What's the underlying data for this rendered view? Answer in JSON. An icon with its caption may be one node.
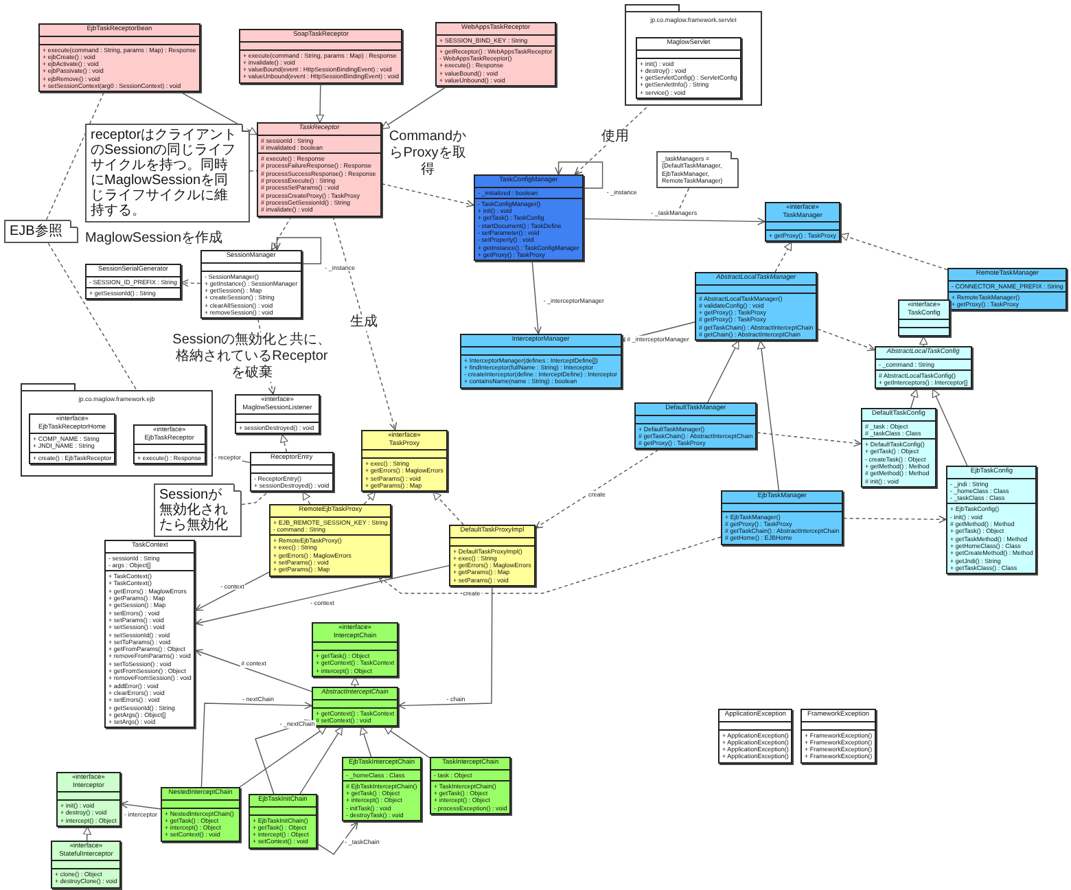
{
  "diagram": {
    "nodes": [
      {
        "text": [
          "EjbTaskReceptorBean",
          "+ execute(command : String, params : Map) : Response",
          "+ ejbCreate() : void",
          "+ ejbActivate() : void",
          "+ ejbPassivate() : void",
          "+ ejbRemove() : void",
          "+ setSessionContext(arg0 : SessionContext) : void"
        ]
      },
      {
        "text": [
          "SoapTaskReceptor",
          "+ execute(command : String, params : Map) : Response",
          "+ invalidate() : void",
          "+ valueBound(event : HttpSessionBindingEvent) : void",
          "+ valueUnbound(event : HttpSessionBindingEvent) : void"
        ]
      },
      {
        "text": [
          "WebAppsTaskReceptor",
          "+ SESSION_BIND_KEY : String",
          "+ getReceptor() : WebAppsTaskReceptor",
          "- WebAppsTaskReceptor()",
          "+ execute() : Response",
          "+ valueBound() : void",
          "+ valueUnbound() : void"
        ]
      },
      {
        "text": [
          "TaskReceptor",
          "# sessionId : String",
          "# invalidated : boolean",
          "# execute() : Response",
          "# processFailureResponse() : Response",
          "# processSuccessResponse() : Response",
          "# processExecute() : String",
          "# processSetParams() : void",
          "# processCreateProxy() : TaskProxy",
          "# processGetSessionId() : String",
          "# invalidate() : void"
        ]
      },
      {
        "text": [
          "receptorはクライアントのSessionの同じライフサイクルを持つ。同時にMaglowSessionを同じライフサイクルに維持する。"
        ]
      },
      {
        "text": [
          "EJB参照"
        ]
      },
      {
        "text": [
          "jp.co.maglow.framework.servlet"
        ]
      },
      {
        "text": [
          "MaglowServlet",
          "+ init() : void",
          "+ destroy() : void",
          "+ getServletConfig() : ServletConfig",
          "+ getServletInfo() : String",
          "+ service() : void"
        ],
        "in": 6
      },
      {
        "text": [
          "_taskManagers = {DefaultTaskManager, EjbTaskManager, RemoteTaskManager}"
        ]
      },
      {
        "text": [
          "TaskConfigManager",
          "- _initialized : boolean",
          "- TaskConfigManager()",
          "+ init() : void",
          "+ getTask() : TaskConfig",
          "- startDocument() : TaskDefine",
          "- setParameter() : void",
          "- setProperty() : void",
          "+ getInstance() : TaskConfigManager",
          "+ getProxy() : TaskProxy"
        ]
      },
      {
        "text": [
          "«interface»",
          "TaskManager",
          "+ getProxy() : TaskProxy"
        ]
      },
      {
        "text": [
          "RemoteTaskManager",
          "- CONNECTOR_NAME_PREFIX : String",
          "+ RemoteTaskManager()",
          "+ getProxy() : TaskProxy"
        ]
      },
      {
        "text": [
          "AbstractLocalTaskManager",
          "# AbstractLocalTaskManager()",
          "# validateConfig() : void",
          "+ getProxy() : TaskProxy",
          "# getProxy() : TaskProxy",
          "# getTaskChain() : AbstractInterceptChain",
          "# getChain() : AbstractInterceptChain"
        ]
      },
      {
        "text": [
          "InterceptorManager",
          "+ InterceptorManager(defines : InterceptDefine[])",
          "+ findInterceptor(fullName : String) : Interceptor",
          "- createInterceptor(define : InterceptDefine) : Interceptor",
          "+ containsName(name : String) : boolean"
        ]
      },
      {
        "text": [
          "«interface»",
          "TaskConfig"
        ]
      },
      {
        "text": [
          "AbstractLocalTaskConfig",
          "- _command : String",
          "# AbstractLocalTaskConfig()",
          "+ getInterceptors() : Interceptor[]"
        ]
      },
      {
        "text": [
          "DefaultTaskManager",
          "+ DefaultTaskManager()",
          "# getTaskChain() : AbstractInterceptChain",
          "# getProxy() : TaskProxy"
        ]
      },
      {
        "text": [
          "DefaultTaskConfig",
          "# _task : Object",
          "# _taskClass : Class",
          "+ DefaultTaskConfig()",
          "+ getTask() : Object",
          "- createTask() : Object",
          "+ getMethod() : Method",
          "# getMethod() : Method",
          "# init() : void"
        ]
      },
      {
        "text": [
          "EjbTaskManager",
          "+ EjbTaskManager()",
          "# getProxy() : TaskProxy",
          "# getTaskChain() : AbstractInterceptChain",
          "# getHome() : EJBHome"
        ]
      },
      {
        "text": [
          "EjbTaskConfig",
          "- _jndi : String",
          "- _homeClass : Class",
          "- _taskClass : Class",
          "+ EjbTaskConfig()",
          "- init() : void",
          "# getMethod() : Method",
          "+ getTask() : Object",
          "+ getTaskMethod() : Method",
          "+ getHomeClass() : Class",
          "+ getCreateMethod() : Method",
          "+ getJndi() : String",
          "+ getTaskClass() : Class"
        ]
      },
      {
        "text": [
          "SessionManager",
          "- SessionManager()",
          "+ getInstance() : SessionManager",
          "+ getSession() : Map",
          "+ createSession() : String",
          "+ clearAllSession() : void",
          "+ removeSession() : void"
        ]
      },
      {
        "text": [
          "SessionSerialGenerator",
          "- SESSION_ID_PREFIX : String",
          "+ getSessionId() : String"
        ]
      },
      {
        "text": [
          "jp.co.maglow.framework.ejb"
        ]
      },
      {
        "text": [
          "«interface»",
          "EjbTaskReceptorHome",
          "+ COMP_NAME : String",
          "+ JNDI_NAME : String",
          "+ create() : EjbTaskReceptor"
        ],
        "in": 22
      },
      {
        "text": [
          "«interface»",
          "EjbTaskReceptor",
          "+ execute() : Response"
        ],
        "in": 22
      },
      {
        "text": [
          "«interface»",
          "MaglowSessionListener",
          "+ sessionDestroyed() : void"
        ]
      },
      {
        "text": [
          "ReceptorEntry",
          "- ReceptorEntry()",
          "+ sessionDestroyed() : void"
        ]
      },
      {
        "text": [
          "Sessionが無効化されたら無効化"
        ]
      },
      {
        "text": [
          "«interface»",
          "TaskProxy",
          "+ exec() : String",
          "+ getErrors() : MaglowErrors",
          "+ setParams() : void",
          "+ getParams() : Map"
        ]
      },
      {
        "text": [
          "RemoteEjbTaskProxy",
          "+ EJB_REMOTE_SESSION_KEY : String",
          "- command : String",
          "+ RemoteEjbTaskProxy()",
          "+ exec() : String",
          "+ getErrors() : MaglowErrors",
          "+ setParams() : void",
          "+ getParams() : Map"
        ]
      },
      {
        "text": [
          "DefaultTaskProxyImpl",
          "+ DefaultTaskProxyImpl()",
          "+ exec() : String",
          "+ getErrors() : MaglowErrors",
          "+ getParams() : Map",
          "+ setParams() : void"
        ]
      },
      {
        "text": [
          "TaskContext",
          "- sessionId : String",
          "- args : Object[]",
          "+ TaskContext()",
          "+ TaskContext()",
          "+ getErrors() : MaglowErrors",
          "+ getParams() : Map",
          "+ getSession() : Map",
          "+ setErrors() : void",
          "+ setParams() : void",
          "+ setSession() : void",
          "+ setSessionId() : void",
          "+ setToParams() : void",
          "+ getFromParams() : Object",
          "+ removeFromParams() : void",
          "+ setToSession() : void",
          "+ getFromSession() : Object",
          "+ removeFromSession() : void",
          "+ addError() : void",
          "+ clearErrors() : void",
          "+ setErrors() : void",
          "+ getSessionId() : String",
          "+ getArgs() : Object[]",
          "+ setArgs() : void"
        ]
      },
      {
        "text": [
          "«interface»",
          "InterceptChain",
          "+ getTask() : Object",
          "+ getContext() : TaskContext",
          "+ intercept() : Object"
        ]
      },
      {
        "text": [
          "AbstractInterceptChain",
          "+ getContext() : TaskContext",
          "# setContext() : void"
        ]
      },
      {
        "text": [
          "«interface»",
          "Interceptor",
          "+ init() : void",
          "+ destroy() : void",
          "+ intercept() : Object"
        ]
      },
      {
        "text": [
          "«interface»",
          "StatefulInterceptor",
          "+ clone() : Object",
          "+ destroyClone() : void"
        ]
      },
      {
        "text": [
          "NestedInterceptChain",
          "+ NestedInterceptChain()",
          "+ getTask() : Object",
          "+ intercept() : Object",
          "+ setContext() : void"
        ]
      },
      {
        "text": [
          "EjbTaskInitChain",
          "+ EjbTaskInitChain()",
          "+ getTask() : Object",
          "+ intercept() : Object",
          "+ setContext() : void"
        ]
      },
      {
        "text": [
          "EjbTaskInterceptChain",
          "- _homeClass : Class",
          "# EjbTaskInterceptChain()",
          "+ getTask() : Object",
          "+ intercept() : Object",
          "- initTask() : void",
          "- destroyTask() : void"
        ]
      },
      {
        "text": [
          "TaskInterceptChain",
          "- task : Object",
          "+ TaskInterceptChain()",
          "+ getTask() : Object",
          "+ intercept() : Object",
          "- processException() : void"
        ]
      },
      {
        "text": [
          "ApplicationException",
          "+ ApplicationException()",
          "+ ApplicationException()",
          "+ ApplicationException()",
          "+ ApplicationException()"
        ]
      },
      {
        "text": [
          "FrameworkException",
          "+ FrameworkException()",
          "+ FrameworkException()",
          "+ FrameworkException()",
          "+ FrameworkException()"
        ]
      }
    ],
    "edges": [
      {
        "from": 0,
        "to": 3,
        "arrow": "to"
      },
      {
        "from": 1,
        "to": 3,
        "arrow": "to"
      },
      {
        "from": 2,
        "to": 3,
        "arrow": "to"
      },
      {
        "from": 4,
        "to": 3,
        "arrow": "none",
        "style": "dashed"
      },
      {
        "from": 3,
        "to": 9,
        "arrow": "to",
        "style": "dashed",
        "label": "CommandからProxyを取得"
      },
      {
        "from": 3,
        "to": 20,
        "arrow": "to",
        "style": "dashed",
        "label": "MaglowSessionを作成"
      },
      {
        "from": 3,
        "to": 28,
        "arrow": "to",
        "style": "dashed",
        "label": "生成"
      },
      {
        "from": 0,
        "to": 5,
        "arrow": "none",
        "style": "dashed"
      },
      {
        "from": 5,
        "to": 24,
        "arrow": "to",
        "style": "dashed"
      },
      {
        "from": 20,
        "to": 21,
        "arrow": "to",
        "style": "dashed"
      },
      {
        "from": 20,
        "to": 20,
        "arrow": "to",
        "label": "- _instance"
      },
      {
        "from": 20,
        "to": 25,
        "arrow": "to",
        "style": "dashed",
        "label": "Sessionの無効化と共に、格納されているReceptorを破棄"
      },
      {
        "from": 26,
        "to": 25,
        "arrow": "to",
        "style": "dashed"
      },
      {
        "from": 26,
        "to": 24,
        "arrow": "to",
        "label": "- receptor"
      },
      {
        "from": 27,
        "to": 26,
        "arrow": "none",
        "style": "dashed"
      },
      {
        "from": 29,
        "to": 26,
        "arrow": "to",
        "style": "dashed"
      },
      {
        "from": 29,
        "to": 28,
        "arrow": "to",
        "style": "dashed"
      },
      {
        "from": 30,
        "to": 28,
        "arrow": "to",
        "style": "dashed"
      },
      {
        "from": 7,
        "to": 9,
        "arrow": "to",
        "style": "dashed",
        "label": "使用"
      },
      {
        "from": 9,
        "to": 9,
        "arrow": "to",
        "label": "- _instance"
      },
      {
        "from": 9,
        "to": 10,
        "arrow": "to",
        "label": "- _taskManagers"
      },
      {
        "from": 8,
        "to": null,
        "arrow": "none",
        "style": "dashed"
      },
      {
        "from": 9,
        "to": 13,
        "arrow": "to",
        "label": "- _interceptorManager"
      },
      {
        "from": 12,
        "to": 13,
        "arrow": "to",
        "label": "# _interceptorManager"
      },
      {
        "from": 12,
        "to": 10,
        "arrow": "to",
        "style": "dashed"
      },
      {
        "from": 11,
        "to": 10,
        "arrow": "to",
        "style": "dashed"
      },
      {
        "from": 16,
        "to": 12,
        "arrow": "to"
      },
      {
        "from": 18,
        "to": 12,
        "arrow": "to"
      },
      {
        "from": 12,
        "to": 15,
        "arrow": "to",
        "style": "dashed"
      },
      {
        "from": 15,
        "to": 14,
        "arrow": "to",
        "style": "dashed"
      },
      {
        "from": 17,
        "to": 15,
        "arrow": "to"
      },
      {
        "from": 19,
        "to": 15,
        "arrow": "to"
      },
      {
        "from": 16,
        "to": 17,
        "arrow": "to",
        "style": "dashed"
      },
      {
        "from": 18,
        "to": 19,
        "arrow": "to",
        "style": "dashed"
      },
      {
        "from": 16,
        "to": 30,
        "arrow": "to",
        "style": "dashed",
        "label": "create"
      },
      {
        "from": 18,
        "to": 29,
        "arrow": "to",
        "style": "dashed",
        "label": "create"
      },
      {
        "from": 29,
        "to": 31,
        "arrow": "to",
        "label": "- context"
      },
      {
        "from": 30,
        "to": 31,
        "arrow": "to",
        "label": "- context"
      },
      {
        "from": 33,
        "to": 31,
        "arrow": "to",
        "label": "# context"
      },
      {
        "from": 30,
        "to": 33,
        "arrow": "to",
        "label": "- chain"
      },
      {
        "from": 33,
        "to": 32,
        "arrow": "to",
        "style": "dashed"
      },
      {
        "from": 36,
        "to": 33,
        "arrow": "to"
      },
      {
        "from": 37,
        "to": 33,
        "arrow": "to"
      },
      {
        "from": 38,
        "to": 33,
        "arrow": "to"
      },
      {
        "from": 39,
        "to": 33,
        "arrow": "to"
      },
      {
        "from": 36,
        "to": 33,
        "arrow": "to",
        "label": "- nextChain"
      },
      {
        "from": 37,
        "to": 33,
        "arrow": "to",
        "label": "- _nextChain"
      },
      {
        "from": 37,
        "to": 38,
        "arrow": "to",
        "label": "- _taskChain"
      },
      {
        "from": 36,
        "to": 34,
        "arrow": "to",
        "label": "- interceptor"
      },
      {
        "from": 35,
        "to": 34,
        "arrow": "to"
      }
    ]
  }
}
